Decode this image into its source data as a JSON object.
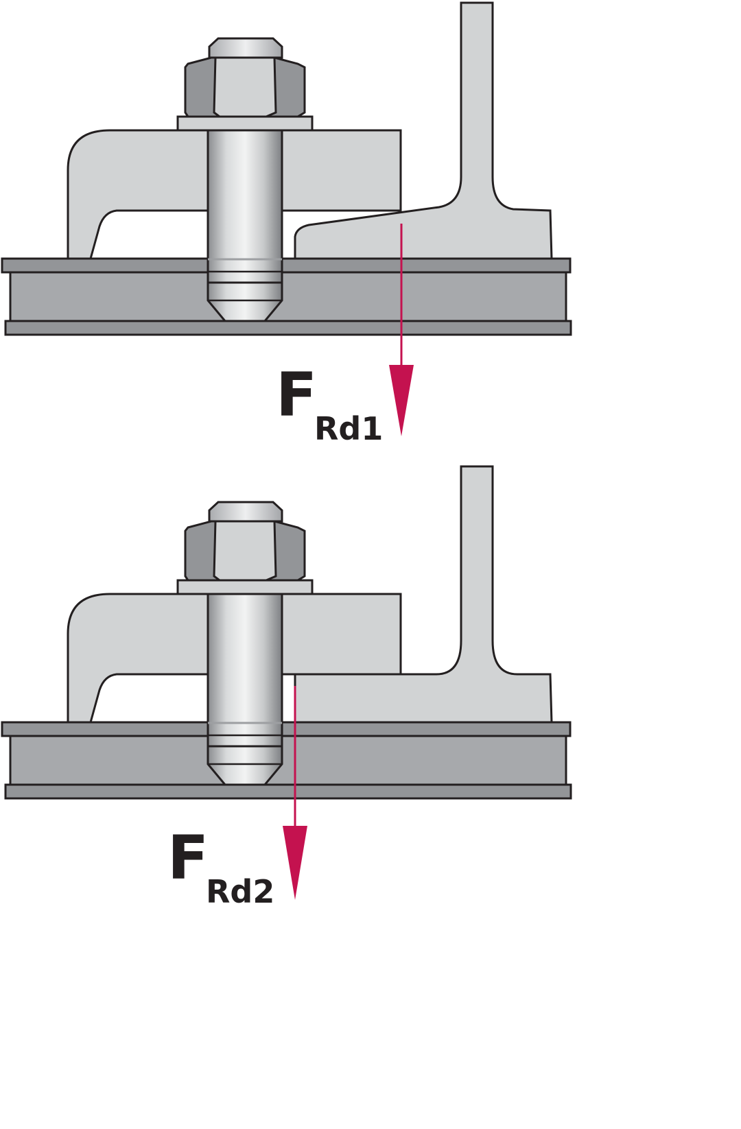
{
  "diagrams": [
    {
      "force_symbol": "F",
      "force_subscript": "Rd1"
    },
    {
      "force_symbol": "F",
      "force_subscript": "Rd2"
    }
  ],
  "colors": {
    "clamp_fill": "#d1d3d4",
    "beam_fill": "#a7a9ac",
    "flange_fill": "#939598",
    "outline": "#231f20",
    "force_arrow": "#c4124f",
    "text": "#231f20"
  }
}
